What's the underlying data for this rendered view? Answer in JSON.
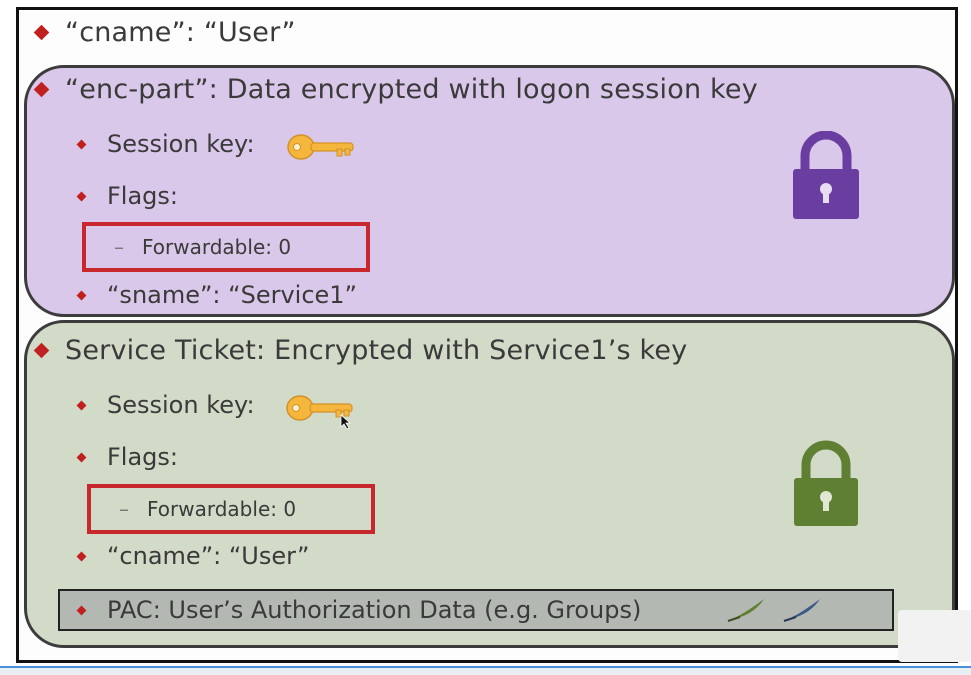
{
  "top_line": "“cname”: “User”",
  "enc_part": {
    "heading": "“enc-part”: Data encrypted with logon session key",
    "session_key_label": "Session key:",
    "flags_label": "Flags:",
    "forwardable": "Forwardable: 0",
    "sname": "“sname”: “Service1”"
  },
  "service_ticket": {
    "heading": "Service Ticket: Encrypted with Service1’s key",
    "session_key_label": "Session key:",
    "flags_label": "Flags:",
    "forwardable": "Forwardable: 0",
    "cname": "“cname”: “User”",
    "pac": "PAC: User’s Authorization Data (e.g. Groups)"
  },
  "icons": {
    "key": "key-icon",
    "lock_purple": "padlock-icon",
    "lock_green": "padlock-icon",
    "pac_signatures": "quill-pen-icon",
    "cursor": "mouse-pointer-icon"
  },
  "colors": {
    "bullet": "#c0201f",
    "purple_panel": "#d9c8e9",
    "green_panel": "#d2dac8",
    "flag_border": "#c8272d",
    "key": "#f4b63c",
    "lock_purple": "#6a3ea1",
    "lock_green": "#5f7f33",
    "pac_bar": "#b3b8b2"
  }
}
